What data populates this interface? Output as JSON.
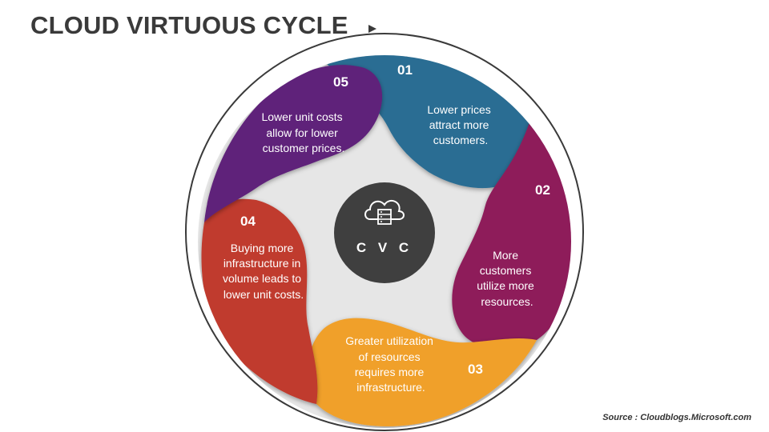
{
  "title": "CLOUD VIRTUOUS CYCLE",
  "source": "Source : Cloudblogs.Microsoft.com",
  "hub": {
    "label": "C V C",
    "icon": "cloud-server-icon"
  },
  "colors": {
    "teal": "#2a6d93",
    "magenta": "#8e1c5a",
    "orange": "#f0a029",
    "red": "#c03a2f",
    "purple": "#5e237a",
    "hub": "#3f3f3f",
    "hub_bg": "#e6e6e6"
  },
  "steps": [
    {
      "number": "01",
      "lines": [
        "Lower prices",
        "attract more",
        "customers."
      ]
    },
    {
      "number": "02",
      "lines": [
        "More",
        "customers",
        "utilize more",
        "resources."
      ]
    },
    {
      "number": "03",
      "lines": [
        "Greater utilization",
        "of resources",
        "requires more",
        "infrastructure."
      ]
    },
    {
      "number": "04",
      "lines": [
        "Buying more",
        "infrastructure in",
        "volume leads to",
        "lower unit costs."
      ]
    },
    {
      "number": "05",
      "lines": [
        "Lower unit costs",
        "allow for lower",
        "customer prices."
      ]
    }
  ]
}
